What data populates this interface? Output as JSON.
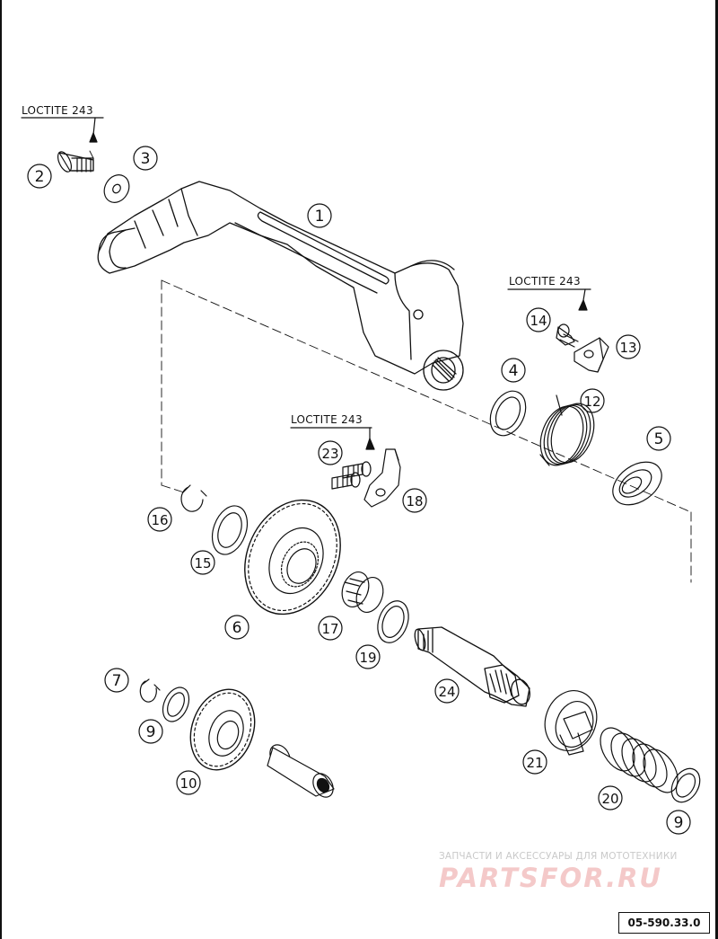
{
  "loctite": {
    "label": "LOCTITE 243"
  },
  "parts": {
    "p1": "1",
    "p2": "2",
    "p3": "3",
    "p4": "4",
    "p5": "5",
    "p6": "6",
    "p7": "7",
    "p8": "9",
    "p9": "9",
    "p10": "10",
    "p12": "12",
    "p13": "13",
    "p14": "14",
    "p15": "15",
    "p16": "16",
    "p17": "17",
    "p18": "18",
    "p19": "19",
    "p20": "20",
    "p21": "21",
    "p23": "23",
    "p24": "24"
  },
  "reference": "05-590.33.0",
  "watermark": {
    "tagline": "ЗАПЧАСТИ И АКСЕССУАРЫ ДЛЯ МОТОТЕХНИКИ",
    "brand": "PARTSFOR.RU"
  },
  "colors": {
    "line": "#111111",
    "watermark_text": "#c9c9c9",
    "watermark_logo": "#f4c9c9"
  }
}
